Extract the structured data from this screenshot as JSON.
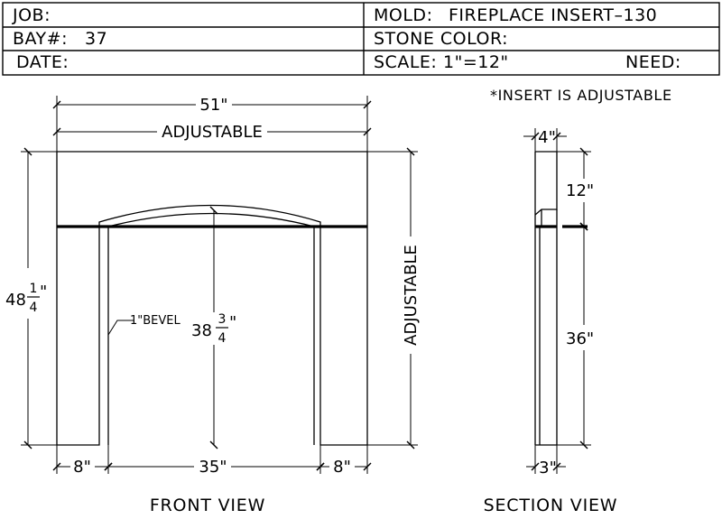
{
  "title_block": {
    "job_label": "JOB:",
    "bay_label": "BAY#:",
    "bay_value": "37",
    "date_label": "DATE:",
    "mold_label": "MOLD:",
    "mold_value": "FIREPLACE INSERT–130",
    "stone_color_label": "STONE COLOR:",
    "scale_label": "SCALE:",
    "scale_value": "1\"=12\"",
    "need_label": "NEED:"
  },
  "note": "*INSERT IS ADJUSTABLE",
  "front_view": {
    "caption": "FRONT VIEW",
    "overall_width": "51\"",
    "width_adjustable": "ADJUSTABLE",
    "height_adjustable": "ADJUSTABLE",
    "overall_height_whole": "48",
    "overall_height_num": "1",
    "overall_height_den": "4",
    "opening_height_whole": "38",
    "opening_height_num": "3",
    "opening_height_den": "4",
    "inch_mark": "\"",
    "bevel_label": "1\"BEVEL",
    "left_leg": "8\"",
    "opening_width": "35\"",
    "right_leg": "8\""
  },
  "section_view": {
    "caption": "SECTION VIEW",
    "top_depth": "4\"",
    "top_height": "12\"",
    "lower_height": "36\"",
    "bottom_depth": "3\""
  }
}
